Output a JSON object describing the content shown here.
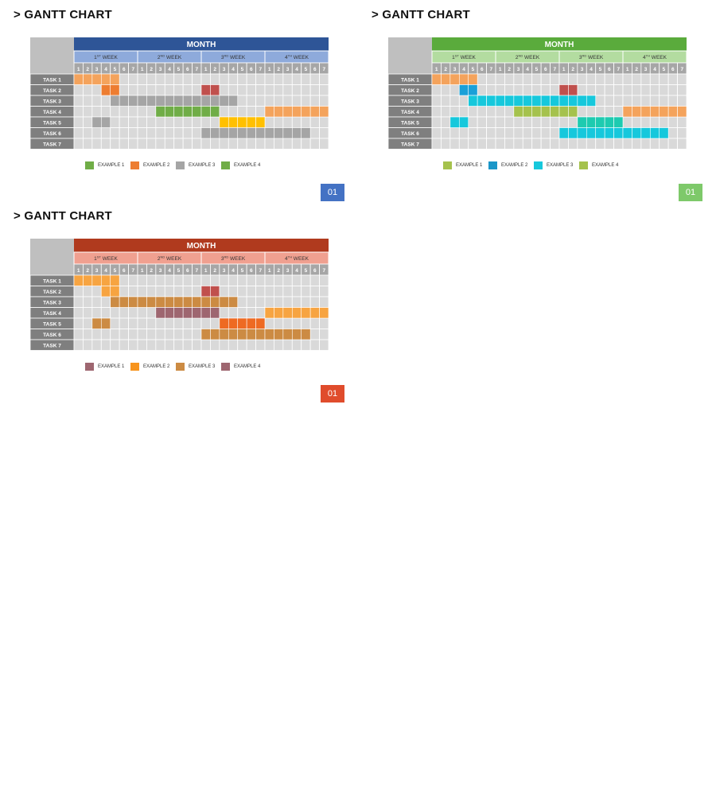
{
  "chart_data": [
    {
      "type": "gantt",
      "title": "> GANTT CHART",
      "page_number": "01",
      "header_label": "MONTH",
      "weeks": [
        {
          "num": "1",
          "sup": "ST",
          "label": "WEEK"
        },
        {
          "num": "2",
          "sup": "ND",
          "label": "WEEK"
        },
        {
          "num": "3",
          "sup": "RD",
          "label": "WEEK"
        },
        {
          "num": "4",
          "sup": "TH",
          "label": "WEEK"
        }
      ],
      "days": [
        "1",
        "2",
        "3",
        "4",
        "5",
        "6",
        "7",
        "1",
        "2",
        "3",
        "4",
        "5",
        "6",
        "7",
        "1",
        "2",
        "3",
        "4",
        "5",
        "6",
        "7",
        "1",
        "2",
        "3",
        "4",
        "5",
        "6",
        "7"
      ],
      "tasks": [
        "TASK 1",
        "TASK 2",
        "TASK 3",
        "TASK 4",
        "TASK 5",
        "TASK 6",
        "TASK 7"
      ],
      "colors": {
        "month": "#2e5597",
        "week": "#8eaadb",
        "badge": "#4472c4"
      },
      "bars": [
        {
          "task": 1,
          "start": 1,
          "end": 5,
          "color": "#f4a35c"
        },
        {
          "task": 2,
          "start": 4,
          "end": 5,
          "color": "#ed7d31"
        },
        {
          "task": 2,
          "start": 15,
          "end": 16,
          "color": "#c0504d"
        },
        {
          "task": 3,
          "start": 5,
          "end": 18,
          "color": "#a5a5a5"
        },
        {
          "task": 4,
          "start": 10,
          "end": 16,
          "color": "#70ad47"
        },
        {
          "task": 4,
          "start": 22,
          "end": 28,
          "color": "#f4a35c"
        },
        {
          "task": 5,
          "start": 3,
          "end": 4,
          "color": "#a5a5a5"
        },
        {
          "task": 5,
          "start": 17,
          "end": 21,
          "color": "#ffc000"
        },
        {
          "task": 6,
          "start": 15,
          "end": 26,
          "color": "#a5a5a5"
        }
      ],
      "legend": [
        {
          "label": "EXAMPLE 1",
          "color": "#70ad47"
        },
        {
          "label": "EXAMPLE 2",
          "color": "#ed7d31"
        },
        {
          "label": "EXAMPLE 3",
          "color": "#a5a5a5"
        },
        {
          "label": "EXAMPLE 4",
          "color": "#70ad47"
        }
      ]
    },
    {
      "type": "gantt",
      "title": "> GANTT CHART",
      "page_number": "01",
      "header_label": "MONTH",
      "weeks": [
        {
          "num": "1",
          "sup": "ST",
          "label": "WEEK"
        },
        {
          "num": "2",
          "sup": "ND",
          "label": "WEEK"
        },
        {
          "num": "3",
          "sup": "RD",
          "label": "WEEK"
        },
        {
          "num": "4",
          "sup": "TH",
          "label": "WEEK"
        }
      ],
      "days": [
        "1",
        "2",
        "3",
        "4",
        "5",
        "6",
        "7",
        "1",
        "2",
        "3",
        "4",
        "5",
        "6",
        "7",
        "1",
        "2",
        "3",
        "4",
        "5",
        "6",
        "7",
        "1",
        "2",
        "3",
        "4",
        "5",
        "6",
        "7"
      ],
      "tasks": [
        "TASK 1",
        "TASK 2",
        "TASK 3",
        "TASK 4",
        "TASK 5",
        "TASK 6",
        "TASK 7"
      ],
      "colors": {
        "month": "#5aab3c",
        "week": "#b3dca0",
        "badge": "#7ec96a"
      },
      "bars": [
        {
          "task": 1,
          "start": 1,
          "end": 5,
          "color": "#f4a35c"
        },
        {
          "task": 2,
          "start": 4,
          "end": 5,
          "color": "#1aa0d8"
        },
        {
          "task": 2,
          "start": 15,
          "end": 16,
          "color": "#c0504d"
        },
        {
          "task": 3,
          "start": 5,
          "end": 18,
          "color": "#16c8dc"
        },
        {
          "task": 4,
          "start": 10,
          "end": 16,
          "color": "#a5c24d"
        },
        {
          "task": 4,
          "start": 22,
          "end": 28,
          "color": "#f4a35c"
        },
        {
          "task": 5,
          "start": 3,
          "end": 4,
          "color": "#16c8dc"
        },
        {
          "task": 5,
          "start": 17,
          "end": 21,
          "color": "#1dcbb0"
        },
        {
          "task": 6,
          "start": 15,
          "end": 26,
          "color": "#16c8dc"
        }
      ],
      "legend": [
        {
          "label": "EXAMPLE 1",
          "color": "#a5c24d"
        },
        {
          "label": "EXAMPLE 2",
          "color": "#1a96c8"
        },
        {
          "label": "EXAMPLE 3",
          "color": "#16c8dc"
        },
        {
          "label": "EXAMPLE 4",
          "color": "#a5c24d"
        }
      ]
    },
    {
      "type": "gantt",
      "title": "> GANTT CHART",
      "page_number": "01",
      "header_label": "MONTH",
      "weeks": [
        {
          "num": "1",
          "sup": "ST",
          "label": "WEEK"
        },
        {
          "num": "2",
          "sup": "ND",
          "label": "WEEK"
        },
        {
          "num": "3",
          "sup": "RD",
          "label": "WEEK"
        },
        {
          "num": "4",
          "sup": "TH",
          "label": "WEEK"
        }
      ],
      "days": [
        "1",
        "2",
        "3",
        "4",
        "5",
        "6",
        "7",
        "1",
        "2",
        "3",
        "4",
        "5",
        "6",
        "7",
        "1",
        "2",
        "3",
        "4",
        "5",
        "6",
        "7",
        "1",
        "2",
        "3",
        "4",
        "5",
        "6",
        "7"
      ],
      "tasks": [
        "TASK 1",
        "TASK 2",
        "TASK 3",
        "TASK 4",
        "TASK 5",
        "TASK 6",
        "TASK 7"
      ],
      "colors": {
        "month": "#b03a1e",
        "week": "#f0a090",
        "badge": "#e04c2c"
      },
      "bars": [
        {
          "task": 1,
          "start": 1,
          "end": 5,
          "color": "#f7a441"
        },
        {
          "task": 2,
          "start": 4,
          "end": 5,
          "color": "#f7a441"
        },
        {
          "task": 2,
          "start": 15,
          "end": 16,
          "color": "#c0504d"
        },
        {
          "task": 3,
          "start": 5,
          "end": 18,
          "color": "#cc8b43"
        },
        {
          "task": 4,
          "start": 10,
          "end": 16,
          "color": "#9e6670"
        },
        {
          "task": 4,
          "start": 22,
          "end": 28,
          "color": "#f7a441"
        },
        {
          "task": 5,
          "start": 3,
          "end": 4,
          "color": "#cc8b43"
        },
        {
          "task": 5,
          "start": 17,
          "end": 21,
          "color": "#ee6a22"
        },
        {
          "task": 6,
          "start": 15,
          "end": 26,
          "color": "#cc8b43"
        }
      ],
      "legend": [
        {
          "label": "EXAMPLE 1",
          "color": "#9e6670"
        },
        {
          "label": "EXAMPLE 2",
          "color": "#f7941d"
        },
        {
          "label": "EXAMPLE 3",
          "color": "#cc8b43"
        },
        {
          "label": "EXAMPLE 4",
          "color": "#9e6670"
        }
      ]
    }
  ]
}
